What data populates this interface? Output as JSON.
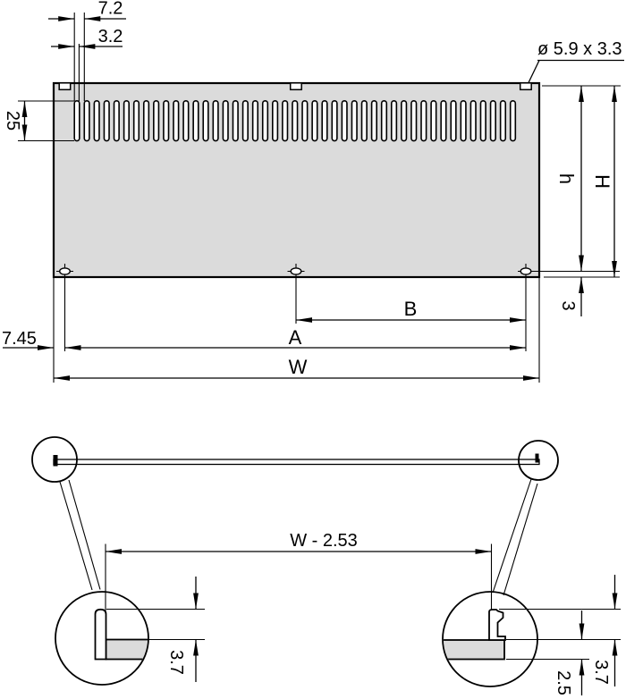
{
  "drawing": {
    "labels": {
      "slot_pitch": "7.2",
      "slot_width": "3.2",
      "slot_height": "25",
      "hole_callout": "ø 5.9 x 3.3",
      "edge_offset": "7.45",
      "height_inner": "h",
      "height_outer": "H",
      "hole_edge_gap": "3",
      "span_b": "B",
      "span_a": "A",
      "span_w": "W",
      "section_width": "W - 2.53",
      "left_flange_depth": "3.7",
      "right_flange_depth": "3.7",
      "right_bar_thickness": "2.5"
    },
    "panel": {
      "slot_count": 45,
      "colors": {
        "fill": "#dbdbdb",
        "line": "#000000"
      }
    }
  }
}
